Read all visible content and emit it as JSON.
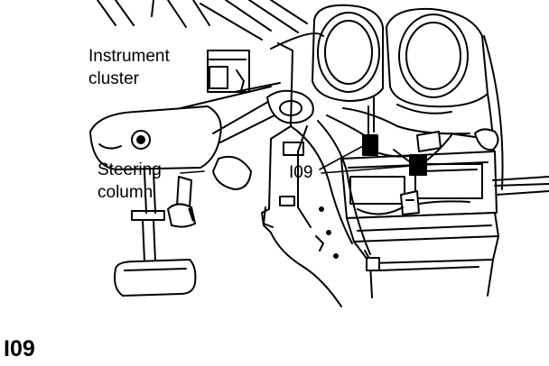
{
  "figure": {
    "id_label": "I09",
    "labels": {
      "cluster_line1": "Instrument",
      "cluster_line2": "cluster",
      "steering_line1": "Steering",
      "steering_line2": "column",
      "connector": "I09"
    }
  },
  "colors": {
    "ink": "#000000",
    "paper": "#ffffff"
  }
}
